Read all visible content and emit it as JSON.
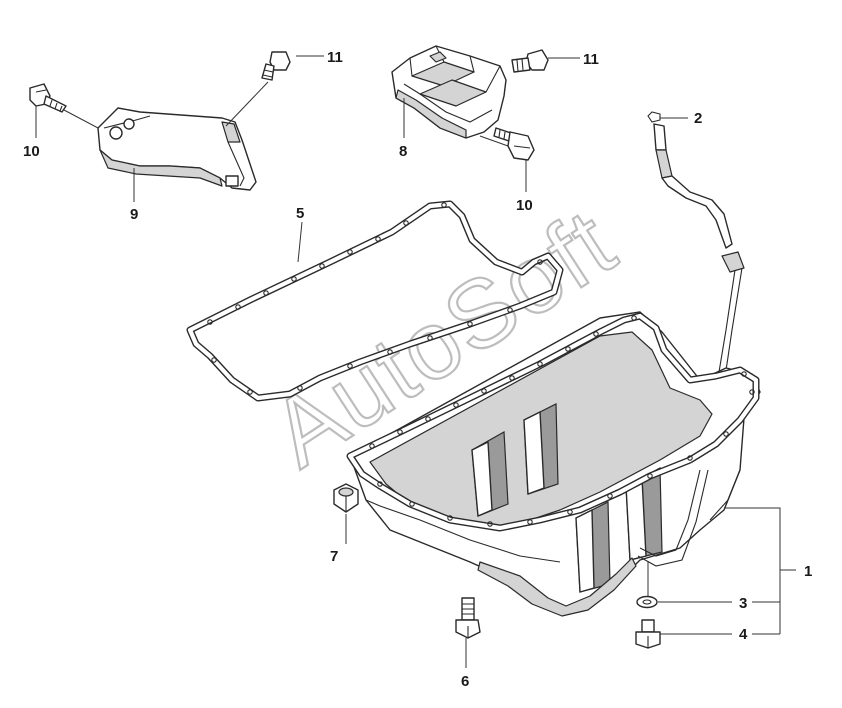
{
  "diagram": {
    "watermark": "AutoSoft",
    "callouts": [
      {
        "id": "c1",
        "text": "1"
      },
      {
        "id": "c2",
        "text": "2"
      },
      {
        "id": "c3",
        "text": "3"
      },
      {
        "id": "c4",
        "text": "4"
      },
      {
        "id": "c5",
        "text": "5"
      },
      {
        "id": "c6",
        "text": "6"
      },
      {
        "id": "c7",
        "text": "7"
      },
      {
        "id": "c8",
        "text": "8"
      },
      {
        "id": "c9",
        "text": "9"
      },
      {
        "id": "c10a",
        "text": "10"
      },
      {
        "id": "c10b",
        "text": "10"
      },
      {
        "id": "c11a",
        "text": "11"
      },
      {
        "id": "c11b",
        "text": "11"
      }
    ]
  }
}
